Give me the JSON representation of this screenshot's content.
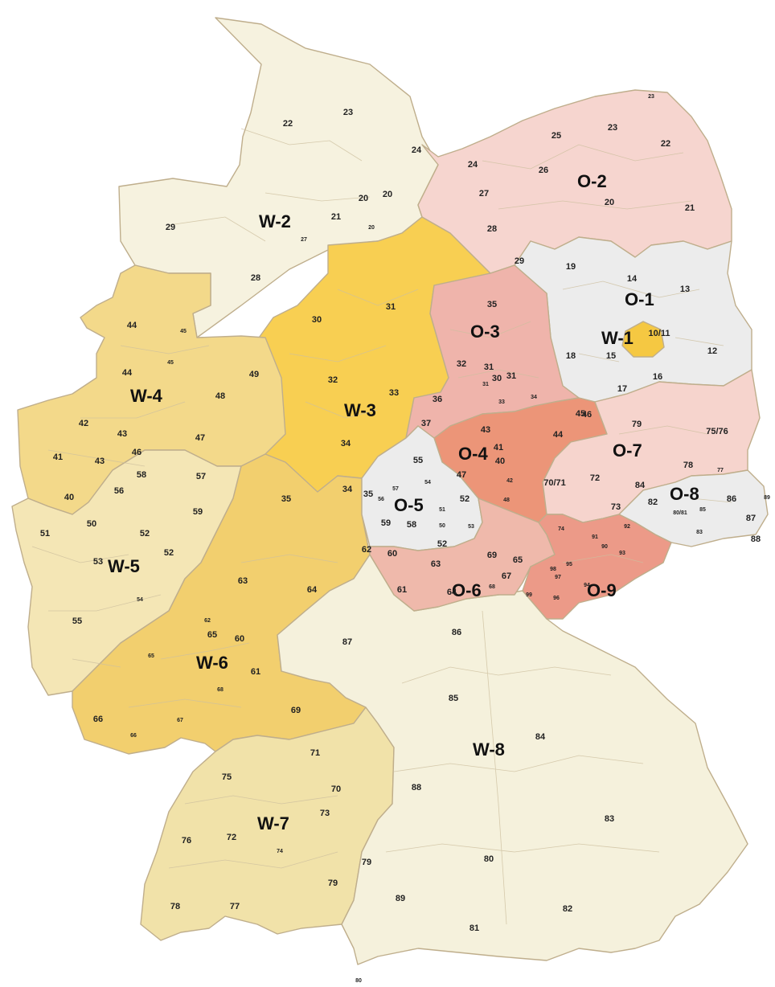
{
  "map": {
    "colors": {
      "W-1": "#f5c842",
      "W-2": "#f6f2df",
      "W-3": "#f8cf52",
      "W-4": "#f3d98a",
      "W-5": "#f4e6b5",
      "W-6": "#f2cf6e",
      "W-7": "#f1e2a9",
      "W-8": "#f5f1dc",
      "O-1": "#ececec",
      "O-2": "#f6d5cf",
      "O-3": "#efb4ab",
      "O-4": "#ec9578",
      "O-5": "#ececec",
      "O-6": "#efb9ab",
      "O-7": "#f6d4cd",
      "O-8": "#ececec",
      "O-9": "#ec9a88",
      "border": "#bfae8c"
    },
    "zones": [
      {
        "id": "W-1",
        "label": "W-1"
      },
      {
        "id": "W-2",
        "label": "W-2"
      },
      {
        "id": "W-3",
        "label": "W-3"
      },
      {
        "id": "W-4",
        "label": "W-4"
      },
      {
        "id": "W-5",
        "label": "W-5"
      },
      {
        "id": "W-6",
        "label": "W-6"
      },
      {
        "id": "W-7",
        "label": "W-7"
      },
      {
        "id": "W-8",
        "label": "W-8"
      },
      {
        "id": "O-1",
        "label": "O-1"
      },
      {
        "id": "O-2",
        "label": "O-2"
      },
      {
        "id": "O-3",
        "label": "O-3"
      },
      {
        "id": "O-4",
        "label": "O-4"
      },
      {
        "id": "O-5",
        "label": "O-5"
      },
      {
        "id": "O-6",
        "label": "O-6"
      },
      {
        "id": "O-7",
        "label": "O-7"
      },
      {
        "id": "O-8",
        "label": "O-8"
      },
      {
        "id": "O-9",
        "label": "O-9"
      }
    ],
    "codes": [
      "22",
      "23",
      "24",
      "20",
      "21",
      "20",
      "20",
      "27",
      "29",
      "28",
      "23",
      "25",
      "23",
      "22",
      "24",
      "26",
      "27",
      "20",
      "21",
      "28",
      "29",
      "19",
      "14",
      "13",
      "18",
      "15",
      "10/11",
      "12",
      "16",
      "17",
      "35",
      "32",
      "31",
      "30",
      "31",
      "31",
      "33",
      "34",
      "36",
      "37",
      "31",
      "30",
      "32",
      "33",
      "34",
      "35",
      "34",
      "35",
      "44",
      "45",
      "45",
      "44",
      "49",
      "48",
      "42",
      "43",
      "46",
      "47",
      "41",
      "43",
      "58",
      "57",
      "40",
      "56",
      "59",
      "51",
      "50",
      "52",
      "52",
      "53",
      "54",
      "55",
      "63",
      "64",
      "62",
      "65",
      "60",
      "61",
      "65",
      "66",
      "66",
      "67",
      "68",
      "69",
      "55",
      "57",
      "54",
      "56",
      "52",
      "59",
      "58",
      "51",
      "50",
      "53",
      "52",
      "43",
      "41",
      "40",
      "47",
      "42",
      "48",
      "44",
      "45",
      "46",
      "70/71",
      "72",
      "79",
      "75/76",
      "78",
      "77",
      "84",
      "82",
      "73",
      "80/81",
      "85",
      "86",
      "87",
      "89",
      "83",
      "88",
      "62",
      "60",
      "63",
      "61",
      "64",
      "69",
      "65",
      "67",
      "68",
      "74",
      "92",
      "91",
      "90",
      "93",
      "95",
      "98",
      "97",
      "96",
      "99",
      "94",
      "87",
      "86",
      "85",
      "84",
      "83",
      "71",
      "75",
      "70",
      "73",
      "76",
      "72",
      "74",
      "78",
      "77",
      "79",
      "79",
      "88",
      "89",
      "80",
      "81",
      "82",
      "80"
    ]
  }
}
